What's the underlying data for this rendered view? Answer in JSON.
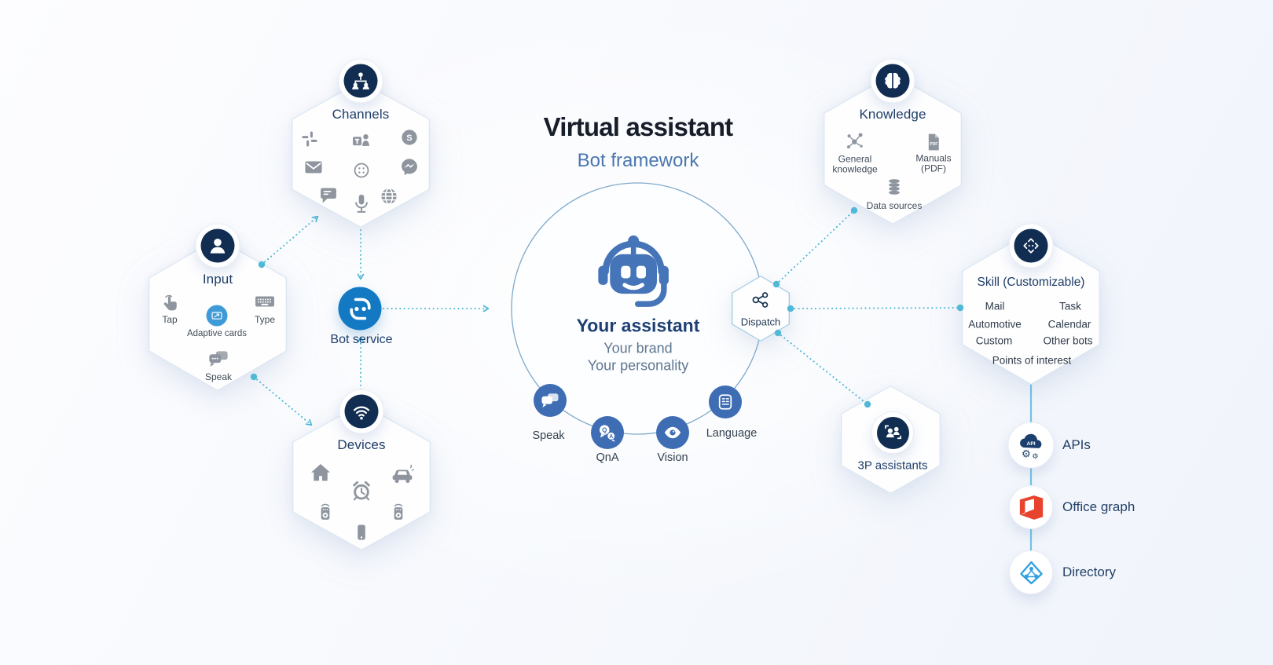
{
  "title": {
    "main": "Virtual assistant",
    "sub": "Bot framework"
  },
  "assistant": {
    "heading": "Your assistant",
    "brand": "Your brand",
    "personality": "Your personality"
  },
  "capabilities": {
    "speak": "Speak",
    "qna": "QnA",
    "vision": "Vision",
    "language": "Language"
  },
  "bot_service": {
    "label": "Bot service"
  },
  "channels": {
    "label": "Channels",
    "icons": [
      "slack",
      "teams",
      "skype",
      "mail",
      "button-dots",
      "messenger",
      "sms",
      "microphone",
      "web"
    ]
  },
  "input": {
    "label": "Input",
    "tap": "Tap",
    "adaptive": "Adaptive cards",
    "type": "Type",
    "speak": "Speak"
  },
  "devices": {
    "label": "Devices",
    "icons": [
      "home",
      "alarm-clock",
      "car",
      "smart-speaker",
      "phone",
      "smart-speaker"
    ]
  },
  "dispatch": {
    "label": "Dispatch"
  },
  "knowledge": {
    "label": "Knowledge",
    "general": "General knowledge",
    "manuals": "Manuals (PDF)",
    "data_sources": "Data sources"
  },
  "skill": {
    "label": "Skill (Customizable)",
    "left": [
      "Mail",
      "Automotive",
      "Custom"
    ],
    "right": [
      "Task",
      "Calendar",
      "Other bots"
    ],
    "bottom": "Points of interest"
  },
  "assistants_3p": {
    "label": "3P assistants"
  },
  "integrations": {
    "apis": "APIs",
    "office": "Office graph",
    "directory": "Directory"
  },
  "colors": {
    "navy_icon": "#112e52",
    "azure_bot_service": "#1279c2",
    "steel_blue_capability": "#3e6db3",
    "robot_blue": "#4574b8",
    "adaptive_card_blue": "#3f9bd8",
    "dotted_connector_teal": "#49b6d4",
    "solid_connector_blue": "#72c2e5",
    "gray_icon": "#8e959e",
    "title_dark": "#171e2a",
    "subtitle_blue": "#4b76af",
    "office_orange": "#e8432d",
    "directory_blue": "#2f9fe0",
    "circle_outline": "#7fa9ca"
  }
}
